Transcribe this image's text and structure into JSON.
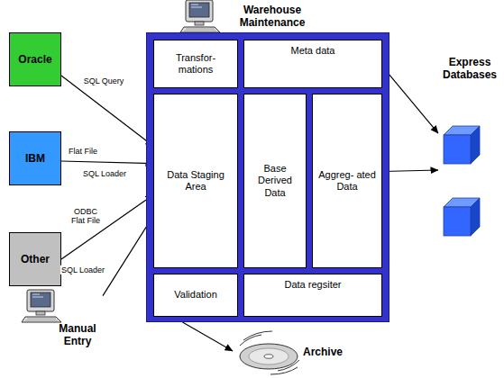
{
  "diagram": {
    "nodes": [
      {
        "text": [
          "Oracle"
        ]
      },
      {
        "text": [
          "IBM"
        ]
      },
      {
        "text": [
          "Other"
        ]
      },
      {
        "text": [
          "Manual Entry"
        ]
      },
      {
        "text": [
          "Warehouse Maintenance"
        ]
      },
      {
        "text": [
          "Transfor- mations"
        ],
        "in": 4
      },
      {
        "text": [
          "Meta data"
        ],
        "in": 4
      },
      {
        "text": [
          "Data Staging Area"
        ],
        "in": 4
      },
      {
        "text": [
          "Base Derived Data"
        ],
        "in": 4
      },
      {
        "text": [
          "Aggreg- ated Data"
        ],
        "in": 4
      },
      {
        "text": [
          "Validation"
        ],
        "in": 4
      },
      {
        "text": [
          "Data regsiter"
        ],
        "in": 4
      },
      {
        "text": [
          "Express Databases"
        ]
      },
      {
        "text": [
          "Archive"
        ]
      }
    ],
    "edges": [
      {
        "from": 0,
        "to": 7,
        "label": "SQL Query",
        "arrow": "to"
      },
      {
        "from": 1,
        "to": 7,
        "label": "Flat File",
        "arrow": "to"
      },
      {
        "from": 2,
        "to": 7,
        "label": "ODBC Flat File",
        "arrow": "to"
      },
      {
        "from": 3,
        "to": 7,
        "label": "SQL Loader",
        "arrow": "to"
      },
      {
        "from": 6,
        "to": 12,
        "arrow": "to"
      },
      {
        "from": 9,
        "to": 12,
        "arrow": "to"
      },
      {
        "from": 4,
        "to": 13,
        "arrow": "to"
      }
    ],
    "labels": [
      "SQL Loader"
    ]
  }
}
